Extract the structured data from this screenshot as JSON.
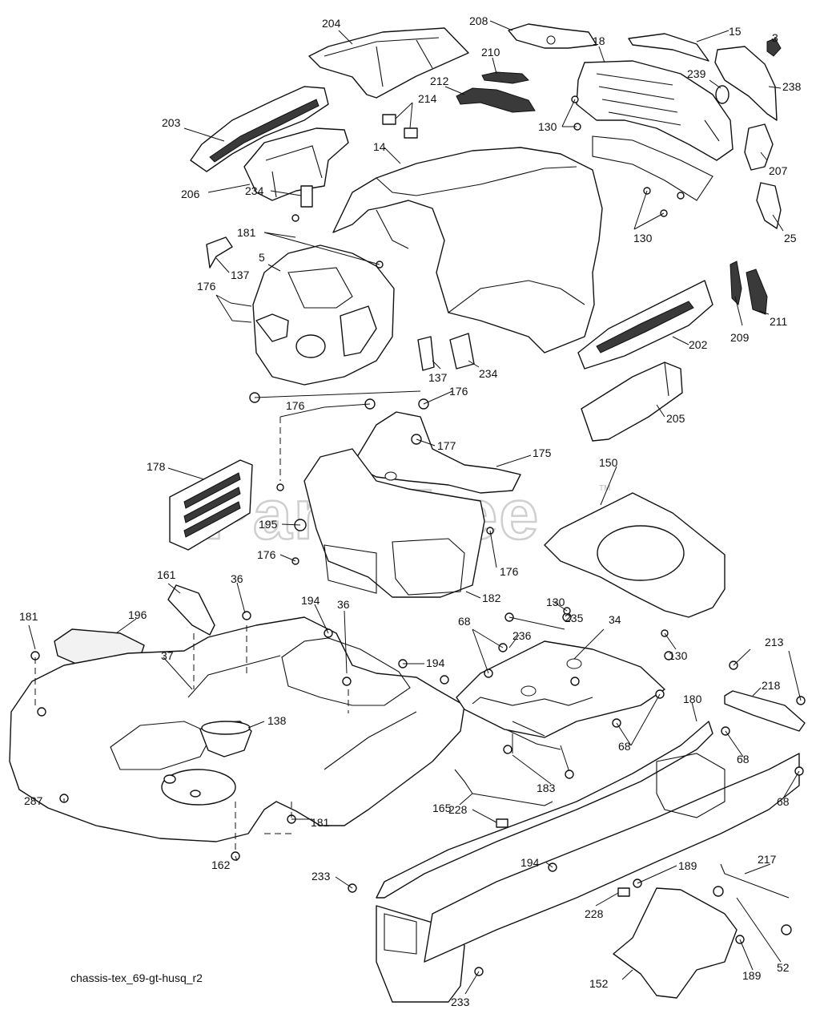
{
  "diagram": {
    "caption": "chassis-tex_69-gt-husq_r2",
    "watermark": "PartsTree",
    "watermark_mark": "TM",
    "part_labels": [
      {
        "id": "l204",
        "text": "204"
      },
      {
        "id": "l208",
        "text": "208"
      },
      {
        "id": "l18",
        "text": "18"
      },
      {
        "id": "l15",
        "text": "15"
      },
      {
        "id": "l3",
        "text": "3"
      },
      {
        "id": "l210",
        "text": "210"
      },
      {
        "id": "l212",
        "text": "212"
      },
      {
        "id": "l214",
        "text": "214"
      },
      {
        "id": "l239",
        "text": "239"
      },
      {
        "id": "l238",
        "text": "238"
      },
      {
        "id": "l203",
        "text": "203"
      },
      {
        "id": "l130a",
        "text": "130"
      },
      {
        "id": "l14",
        "text": "14"
      },
      {
        "id": "l207",
        "text": "207"
      },
      {
        "id": "l206",
        "text": "206"
      },
      {
        "id": "l234a",
        "text": "234"
      },
      {
        "id": "l130b",
        "text": "130"
      },
      {
        "id": "l25",
        "text": "25"
      },
      {
        "id": "l181a",
        "text": "181"
      },
      {
        "id": "l137a",
        "text": "137"
      },
      {
        "id": "l5",
        "text": "5"
      },
      {
        "id": "l176a",
        "text": "176"
      },
      {
        "id": "l209",
        "text": "209"
      },
      {
        "id": "l211",
        "text": "211"
      },
      {
        "id": "l202",
        "text": "202"
      },
      {
        "id": "l137b",
        "text": "137"
      },
      {
        "id": "l234b",
        "text": "234"
      },
      {
        "id": "l176b",
        "text": "176"
      },
      {
        "id": "l176c",
        "text": "176"
      },
      {
        "id": "l205",
        "text": "205"
      },
      {
        "id": "l177",
        "text": "177"
      },
      {
        "id": "l178",
        "text": "178"
      },
      {
        "id": "l175",
        "text": "175"
      },
      {
        "id": "l150",
        "text": "150"
      },
      {
        "id": "l195",
        "text": "195"
      },
      {
        "id": "l176d",
        "text": "176"
      },
      {
        "id": "l176e",
        "text": "176"
      },
      {
        "id": "l161",
        "text": "161"
      },
      {
        "id": "l36a",
        "text": "36"
      },
      {
        "id": "l130c",
        "text": "130"
      },
      {
        "id": "l182",
        "text": "182"
      },
      {
        "id": "l181b",
        "text": "181"
      },
      {
        "id": "l196",
        "text": "196"
      },
      {
        "id": "l194a",
        "text": "194"
      },
      {
        "id": "l36b",
        "text": "36"
      },
      {
        "id": "l68a",
        "text": "68"
      },
      {
        "id": "l235",
        "text": "235"
      },
      {
        "id": "l34",
        "text": "34"
      },
      {
        "id": "l236",
        "text": "236"
      },
      {
        "id": "l37",
        "text": "37"
      },
      {
        "id": "l194b",
        "text": "194"
      },
      {
        "id": "l130d",
        "text": "130"
      },
      {
        "id": "l213",
        "text": "213"
      },
      {
        "id": "l218",
        "text": "218"
      },
      {
        "id": "l180",
        "text": "180"
      },
      {
        "id": "l138",
        "text": "138"
      },
      {
        "id": "l68b",
        "text": "68"
      },
      {
        "id": "l68c",
        "text": "68"
      },
      {
        "id": "l183",
        "text": "183"
      },
      {
        "id": "l165",
        "text": "165"
      },
      {
        "id": "l287",
        "text": "287"
      },
      {
        "id": "l68d",
        "text": "68"
      },
      {
        "id": "l228a",
        "text": "228"
      },
      {
        "id": "l181c",
        "text": "181"
      },
      {
        "id": "l162",
        "text": "162"
      },
      {
        "id": "l194c",
        "text": "194"
      },
      {
        "id": "l189a",
        "text": "189"
      },
      {
        "id": "l217",
        "text": "217"
      },
      {
        "id": "l233a",
        "text": "233"
      },
      {
        "id": "l228b",
        "text": "228"
      },
      {
        "id": "l52",
        "text": "52"
      },
      {
        "id": "l189b",
        "text": "189"
      },
      {
        "id": "l152",
        "text": "152"
      },
      {
        "id": "l233b",
        "text": "233"
      }
    ]
  }
}
